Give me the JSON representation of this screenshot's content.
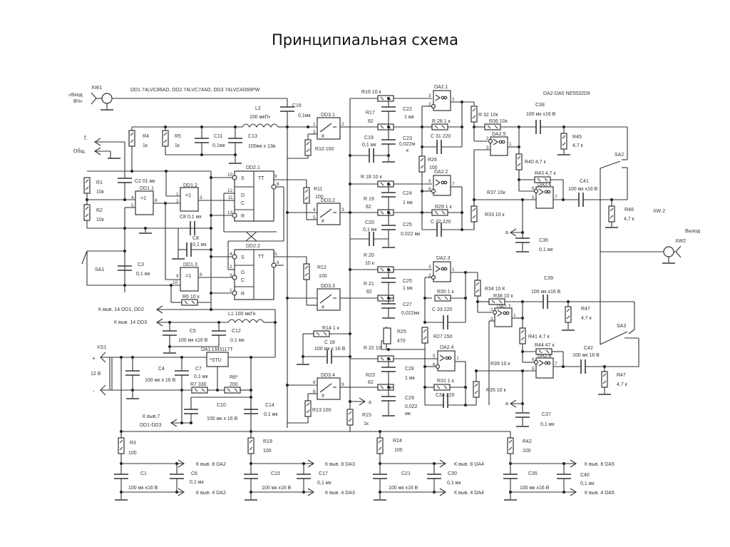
{
  "title": "Принципиальная схема",
  "notes": {
    "ic_list": "DD1 74LVC86AD, DD2 74LVC74AD, DD3 74LVC4D66PW",
    "opamps": "DA2-DA5 NE5532D8"
  },
  "connectors": {
    "xw1": "XW1",
    "xw1_label1": "«Вход",
    "xw1_label2": "ВЧ»",
    "f_out": "f.",
    "common": "Общ.",
    "xw2_a": "XW 2",
    "xw2_b": "XW2",
    "output": "Выход",
    "xs1": "XS1",
    "plus": "+",
    "minus": "-",
    "v12": "12 В"
  },
  "ics": {
    "dd1_1": "DD1.1",
    "dd1_2": "DD1.2",
    "dd1_3": "DD1.3",
    "xor": "=1",
    "dd2_1": "DD2.1",
    "dd2_2": "DD2.2",
    "tt": "TT",
    "s": "S",
    "d": "D",
    "cc": "C",
    "r": "R",
    "dd3_1": "DD3.1",
    "dd3_2": "DD3.2",
    "dd3_3": "DD3.3",
    "dd3_4": "DD3.4",
    "hash": "#",
    "da2_1": "DA2.1",
    "da2_2": "DA2.2",
    "da2_3": "DA2.3",
    "da2_4": "DA2.4",
    "da2_5": "DA2.5",
    "da2_6": "DA2.6",
    "da2_7": "DA2.7",
    "da2_8": "DA2.8",
    "da1": "DA1 LM3117T",
    "stu": "*STU"
  },
  "components": {
    "r1": "R1",
    "r1v": "10к",
    "r2": "R2",
    "r2v": "10к",
    "r3": "R3",
    "r3v": "100",
    "r4": "R4",
    "r4v": "1к",
    "r5": "R5",
    "r5v": "1к",
    "r6": "R6 10 к",
    "r7": "R7 330",
    "r8": "R8*",
    "r8v": "200",
    "r10": "R10 100",
    "r11": "R11",
    "r11v": "100",
    "r12": "R12",
    "r12v": "100",
    "r13": "R13 100",
    "r14": "R14 1 к",
    "r15": "R15",
    "r15v": "1к",
    "r16": "R16 10 к",
    "r17": "R17",
    "r17v": "82",
    "r18": "R 18 10 к",
    "r19a": "R 19",
    "r19av": "82",
    "r19": "R19",
    "r19v": "100",
    "r20": "R 20",
    "r20v": "10 к",
    "r21": "R 21",
    "r21v": "82",
    "r22": "R 22 10",
    "r23": "R23",
    "r23v": "82",
    "r24": "R24",
    "r24v": "100",
    "r25": "R25",
    "r25v": "470",
    "r26": "R26",
    "r26v": "100",
    "r27": "R27 150",
    "r28": "R 28 1 к",
    "r29": "R29 1 к",
    "r30": "R30 1 к",
    "r31": "R31 1 к",
    "r32": "R 32 10к",
    "r33": "R33 10 к",
    "r34": "R34 10 К",
    "r35": "R35 10 к",
    "r36": "R36 10к",
    "r37": "R37 10к",
    "r38": "R38 10 к",
    "r39": "R39 10 к",
    "r40": "R40 4,7 к",
    "r41": "R41 4,7 к",
    "r42": "R42",
    "r42v": "100",
    "r43": "R43 4,7 к",
    "r44": "R44 47 к",
    "r45": "R45",
    "r45v": "4,7 к",
    "r47a": "R47",
    "r47av": "4,7 к",
    "r47b": "R47",
    "r47bv": "4,7 к",
    "r48": "R48",
    "r48v": "4,7 к",
    "c1": "C1",
    "c1v": "100 мк х16 В",
    "c2": "C2 01 мк",
    "c3": "C3",
    "c3v": "0,1 мк",
    "c4": "C4",
    "c4v": "100 мк х 16 В",
    "c5": "C5",
    "c5v": "100 мк х16 В",
    "c6": "C6",
    "c6v": "0,1 мк",
    "c7": "C7",
    "c7v": "0,1 мк",
    "c8a": "C8 0,1 мк",
    "c8b": "C8",
    "c8bv": "0,1 мк",
    "c10": "C10",
    "c10v": "100 мк х 16 В",
    "c11": "C11",
    "c11v": "0,1мк",
    "c12": "C12",
    "c12v": "0,1 мк",
    "c13": "C13",
    "c13v": "100мк х 13в",
    "c14": "C14",
    "c14v": "0,1 мк",
    "c15": "C15",
    "c15v": "100 мк х16 В",
    "c16": "C16",
    "c16v": "0,1мк",
    "c17": "C17",
    "c17v": "0,1 мк",
    "c18": "C 18",
    "c18v": "100 мк х 16 В",
    "c19": "C19",
    "c19v": "0,1 мк",
    "c20": "C20",
    "c20v": "0,1 мк",
    "c21": "C21",
    "c21v": "100 мк х16 В",
    "c22": "C22",
    "c22v": "1 мк",
    "c23": "C23",
    "c23v": "0,022м",
    "c23v2": "к",
    "c24": "C24",
    "c24v": "1 мк",
    "c25a": "C25",
    "c25av": "0,022 мк",
    "c25b": "C25",
    "c25bv": "1 мк",
    "c27": "C27",
    "c27v": "0,022мк",
    "c28": "C28",
    "c28v": "1 мк",
    "c29": "C29",
    "c29v": "0,022",
    "c29v2": "мк",
    "c30": "C30",
    "c30v": "0,1 мк",
    "c31": "C 31 220",
    "c32": "C 32 220",
    "c33": "C 33 220",
    "c34": "C34 220",
    "c35": "C35",
    "c35v": "100 мк х16 В",
    "c36": "C36",
    "c36v": "0,1 мк",
    "c37": "C37",
    "c37v": "0,1 мк",
    "c38": "C38",
    "c38v": "100 мк х16 В",
    "c39": "C39",
    "c39v": "100 мк х16 В",
    "c40": "C40",
    "c40v": "0,1 мк",
    "c41": "C41",
    "c41v": "100 мк х16 В",
    "c42": "C42",
    "c42v": "100 мк   16 В",
    "l1": "L1 100 мкГн",
    "l2": "L2",
    "l2v": "100 мкГн",
    "sa1": "SA1",
    "sa2": "SA2",
    "sa3": "SA3",
    "node_a": "а"
  },
  "power_labels": {
    "p14_dd12": "К выв.  14 DD1, DD2",
    "p14_dd3": "К выв.  14 DD3",
    "p7": "К выв.7",
    "p7b": "DD1-DD3",
    "p8_da2": "К выв. 8 DA2",
    "p4_da2": "К выв. 4 DA2",
    "p8_da3": "К выв. 8 DA3",
    "p4_da3": "К выв. 4 DA3",
    "p8_da4": "К выв. 8 DA4",
    "p4_da4": "К выв. 4 DA4",
    "p8_da5": "К выв. 8 DA5",
    "p4_da5": "К выв. 4 DA5"
  }
}
